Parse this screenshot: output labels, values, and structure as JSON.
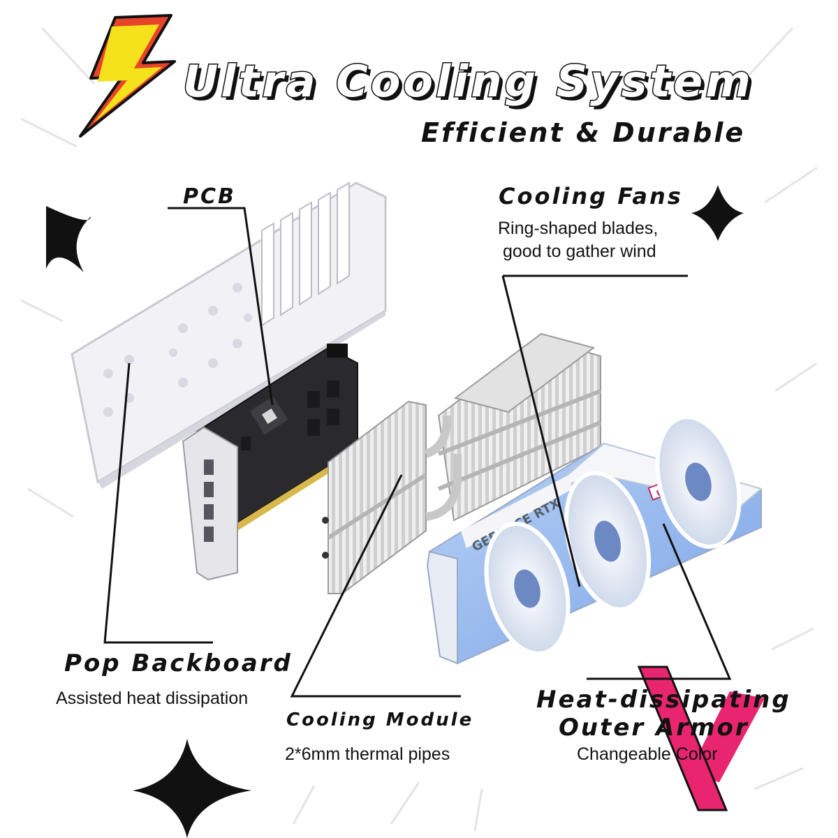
{
  "header": {
    "title": "Ultra Cooling System",
    "subtitle": "Efficient & Durable"
  },
  "components": {
    "pcb": {
      "label": "PCB"
    },
    "cooling_fans": {
      "label": "Cooling Fans",
      "desc_line1": "Ring-shaped blades,",
      "desc_line2": "good to gather wind"
    },
    "backboard": {
      "label": "Pop Backboard",
      "desc": "Assisted heat dissipation"
    },
    "cooling_module": {
      "label": "Cooling Module",
      "desc": "2*6mm thermal pipes"
    },
    "outer_armor": {
      "label_line1": "Heat-dissipating",
      "label_line2": "Outer Armor",
      "desc": "Changeable Color"
    }
  },
  "card_text": {
    "model": "GEFORCE RTX",
    "brand_tag": "ULTRA"
  },
  "colors": {
    "bolt_yellow": "#f5e21b",
    "bolt_red": "#e8442a",
    "shroud_blue": "#8fb5ee",
    "accent_pink": "#e8256e",
    "ink": "#111111"
  }
}
